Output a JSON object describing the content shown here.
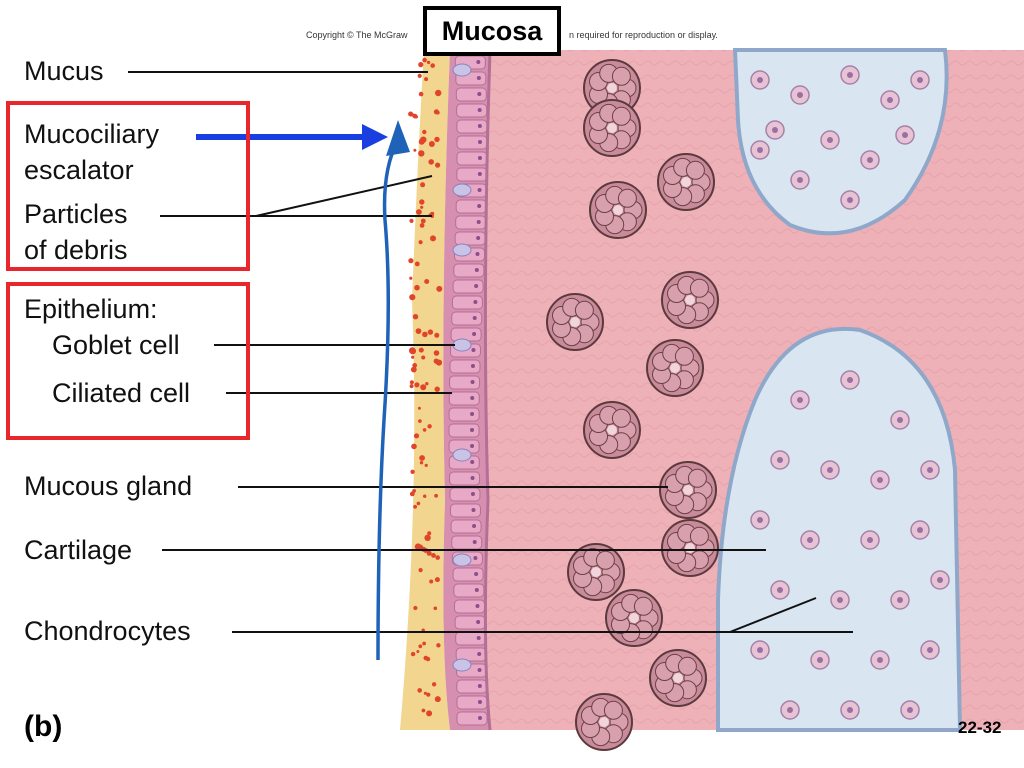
{
  "header": {
    "copyright_left": "Copyright © The McGraw",
    "copyright_right": "n required for reproduction or display.",
    "section_title": "Mucosa"
  },
  "labels": {
    "mucus": "Mucus",
    "escalator_line1": "Mucociliary",
    "escalator_line2": "escalator",
    "particles_line1": "Particles",
    "particles_line2": "of debris",
    "epithelium": "Epithelium:",
    "goblet_cell": "Goblet cell",
    "ciliated_cell": "Ciliated cell",
    "mucous_gland": "Mucous gland",
    "cartilage": "Cartilage",
    "chondrocytes": "Chondrocytes"
  },
  "figure": {
    "part": "(b)",
    "slide_number": "22-32"
  },
  "colors": {
    "highlight_box": "#e8262b",
    "escalator_arrow": "#1a3fe0",
    "mucus_flow_arrow": "#1e63b8",
    "tissue_pink": "#eeb1b8",
    "cartilage_blue": "#d9e6f2"
  }
}
